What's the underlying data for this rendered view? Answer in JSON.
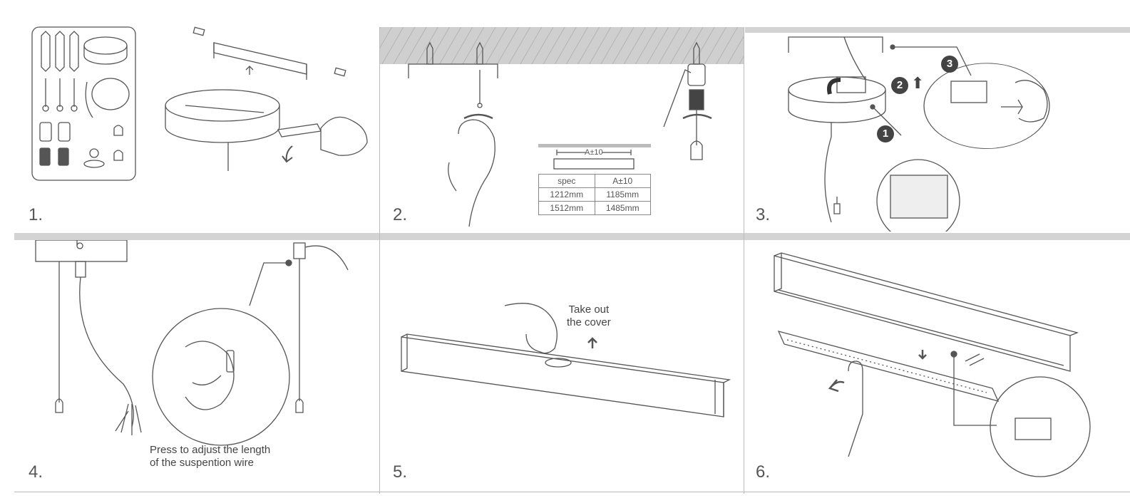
{
  "steps": [
    {
      "number": "1."
    },
    {
      "number": "2."
    },
    {
      "number": "3."
    },
    {
      "number": "4."
    },
    {
      "number": "5."
    },
    {
      "number": "6."
    }
  ],
  "spec_table": {
    "dimension_label": "A±10",
    "header": [
      "spec",
      "A±10"
    ],
    "rows": [
      [
        "1212mm",
        "1185mm"
      ],
      [
        "1512mm",
        "1485mm"
      ]
    ]
  },
  "callouts": {
    "step3_badges": [
      "1",
      "2",
      "3"
    ],
    "step4_caption_line1": "Press to adjust the length",
    "step4_caption_line2": "of the suspention wire",
    "step5_caption_line1": "Take out",
    "step5_caption_line2": "the cover"
  }
}
